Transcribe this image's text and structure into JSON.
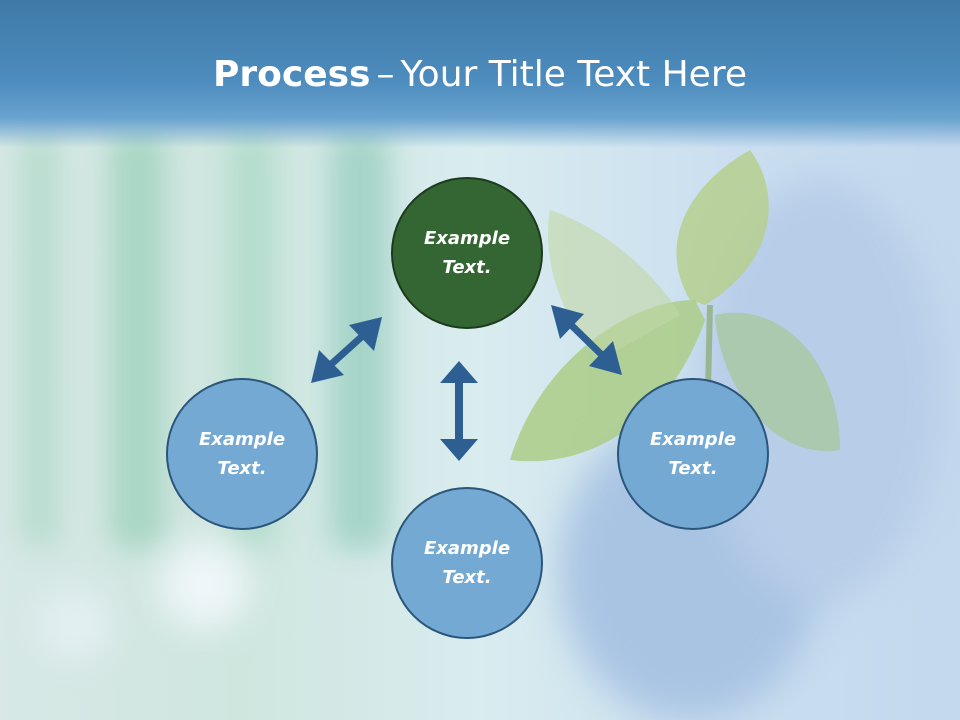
{
  "title": {
    "strong": "Process",
    "separator": "–",
    "rest": "Your Title Text Here"
  },
  "nodes": {
    "top": {
      "line1": "Example",
      "line2": "Text."
    },
    "left": {
      "line1": "Example",
      "line2": "Text."
    },
    "right": {
      "line1": "Example",
      "line2": "Text."
    },
    "bottom": {
      "line1": "Example",
      "line2": "Text."
    }
  },
  "colors": {
    "title_bar": "#4a86b8",
    "top_node": "#336633",
    "outer_nodes": "#74a9d3",
    "arrows": "#2e5f93"
  }
}
